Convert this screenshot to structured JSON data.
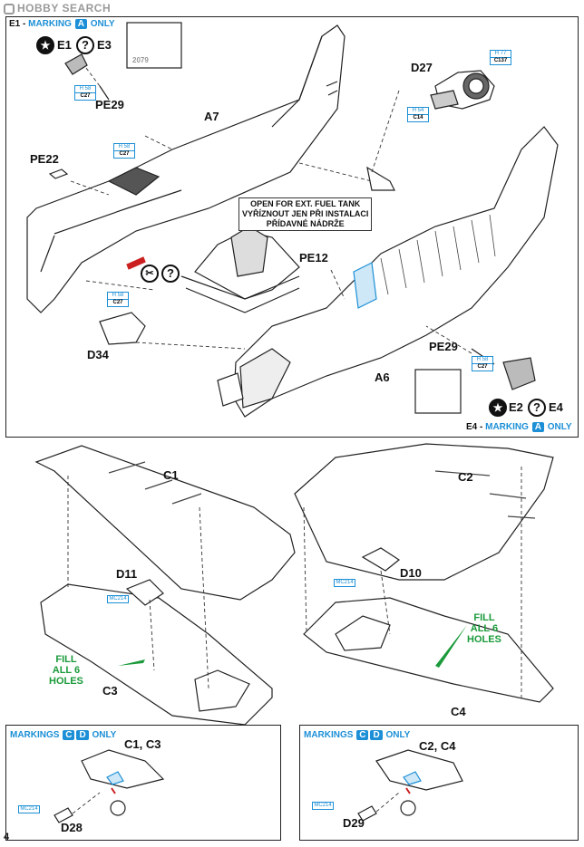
{
  "watermark": "HOBBY SEARCH",
  "page_number": "4",
  "marking_headers": {
    "e1": {
      "prefix": "E1 - ",
      "word": "MARKING",
      "letter": "A",
      "suffix": " ONLY"
    },
    "e4": {
      "prefix": "E4 - ",
      "word": "MARKING",
      "letter": "A",
      "suffix": " ONLY"
    },
    "left_bottom": {
      "word": "MARKINGS",
      "letters": [
        "C",
        "D"
      ],
      "suffix": " ONLY"
    },
    "right_bottom": {
      "word": "MARKINGS",
      "letters": [
        "C",
        "D"
      ],
      "suffix": " ONLY"
    }
  },
  "top_section": {
    "e1_label": "E1",
    "e3_label": "E3",
    "e2_label": "E2",
    "e4_label": "E4",
    "parts": {
      "pe29_top": "PE29",
      "a7": "A7",
      "pe22": "PE22",
      "d27": "D27",
      "pe12": "PE12",
      "d34": "D34",
      "a6": "A6",
      "pe29_bottom": "PE29"
    },
    "fuel_note": [
      "OPEN FOR EXT. FUEL TANK",
      "VYŘÍZNOUT JEN PŘI INSTALACI",
      "PŘÍDAVNÉ NÁDRŽE"
    ],
    "paint_codes": {
      "p1": {
        "top": "H 58",
        "code": "C27"
      },
      "p2": {
        "top": "H 58",
        "code": "C27"
      },
      "p3": {
        "top": "H 58",
        "code": "C27"
      },
      "p4": {
        "top": "H 77",
        "code": "C137"
      },
      "p5": {
        "top": "H 54",
        "code": "C14"
      },
      "p6": {
        "top": "H 58",
        "code": "C27"
      }
    },
    "mask_number": "2079"
  },
  "middle_section": {
    "c1": "C1",
    "c2": "C2",
    "d11": "D11",
    "d10": "D10",
    "c3": "C3",
    "c4": "C4",
    "fill_left": [
      "FILL",
      "ALL 6",
      "HOLES"
    ],
    "fill_right": [
      "FILL",
      "ALL 6",
      "HOLES"
    ],
    "mc_left": "MC214",
    "mc_right": "MC214"
  },
  "bottom_section": {
    "left_parts": "C1, C3",
    "left_part": "D28",
    "right_parts": "C2, C4",
    "right_part": "D29",
    "mc_left": "MC214",
    "mc_right": "MC214"
  },
  "colors": {
    "accent_blue": "#1c8fd6",
    "fill_green": "#1a9a3a",
    "part_red": "#cc2020"
  }
}
